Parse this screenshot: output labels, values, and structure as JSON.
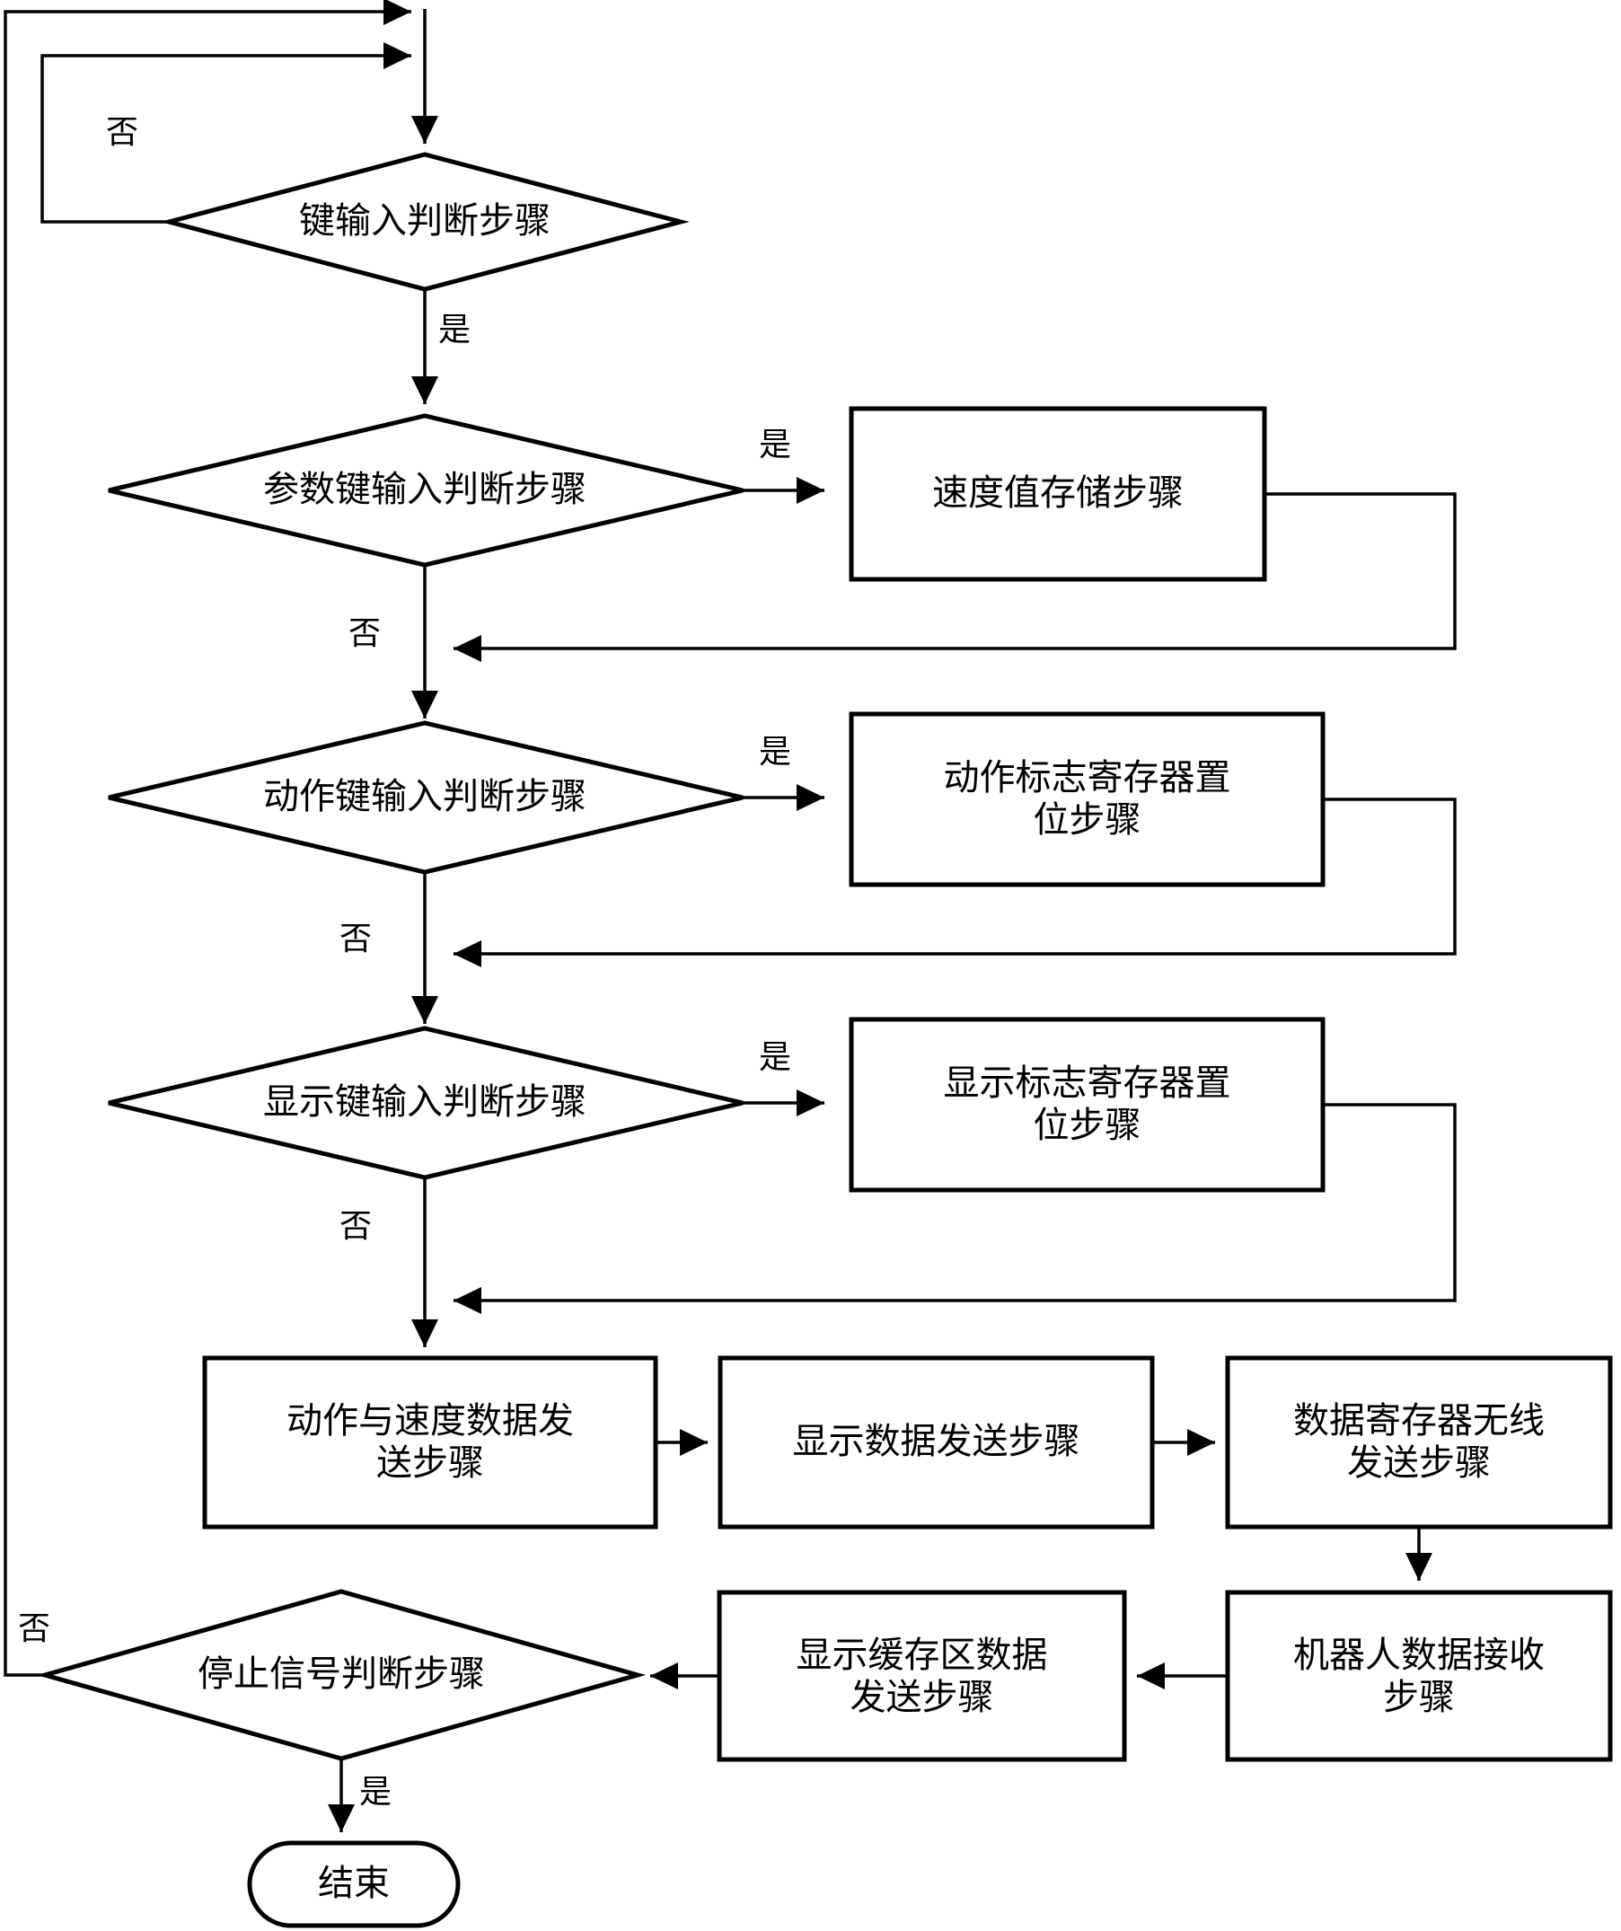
{
  "diagram": {
    "type": "flowchart",
    "title": "",
    "language": "zh",
    "background": "#ffffff",
    "stroke": "#000000",
    "nodes": [
      {
        "id": "d1",
        "shape": "diamond",
        "label": "键输入判断步骤"
      },
      {
        "id": "d2",
        "shape": "diamond",
        "label": "参数键输入判断步骤"
      },
      {
        "id": "p1",
        "shape": "process",
        "label": "速度值存储步骤"
      },
      {
        "id": "d3",
        "shape": "diamond",
        "label": "动作键输入判断步骤"
      },
      {
        "id": "p2",
        "shape": "process",
        "label": "动作标志寄存器置\n位步骤"
      },
      {
        "id": "d4",
        "shape": "diamond",
        "label": "显示键输入判断步骤"
      },
      {
        "id": "p3",
        "shape": "process",
        "label": "显示标志寄存器置\n位步骤"
      },
      {
        "id": "p4",
        "shape": "process",
        "label": "动作与速度数据发\n送步骤"
      },
      {
        "id": "p5",
        "shape": "process",
        "label": "显示数据发送步骤"
      },
      {
        "id": "p6",
        "shape": "process",
        "label": "数据寄存器无线\n发送步骤"
      },
      {
        "id": "p7",
        "shape": "process",
        "label": "机器人数据接收\n步骤"
      },
      {
        "id": "p8",
        "shape": "process",
        "label": "显示缓存区数据\n发送步骤"
      },
      {
        "id": "d5",
        "shape": "diamond",
        "label": "停止信号判断步骤"
      },
      {
        "id": "end",
        "shape": "terminator",
        "label": "结束"
      }
    ],
    "edge_labels": {
      "d1_no": "否",
      "d1_yes": "是",
      "d2_yes": "是",
      "d2_no": "否",
      "d3_yes": "是",
      "d3_no": "否",
      "d4_yes": "是",
      "d4_no": "否",
      "d5_no": "否",
      "d5_yes": "是"
    }
  }
}
